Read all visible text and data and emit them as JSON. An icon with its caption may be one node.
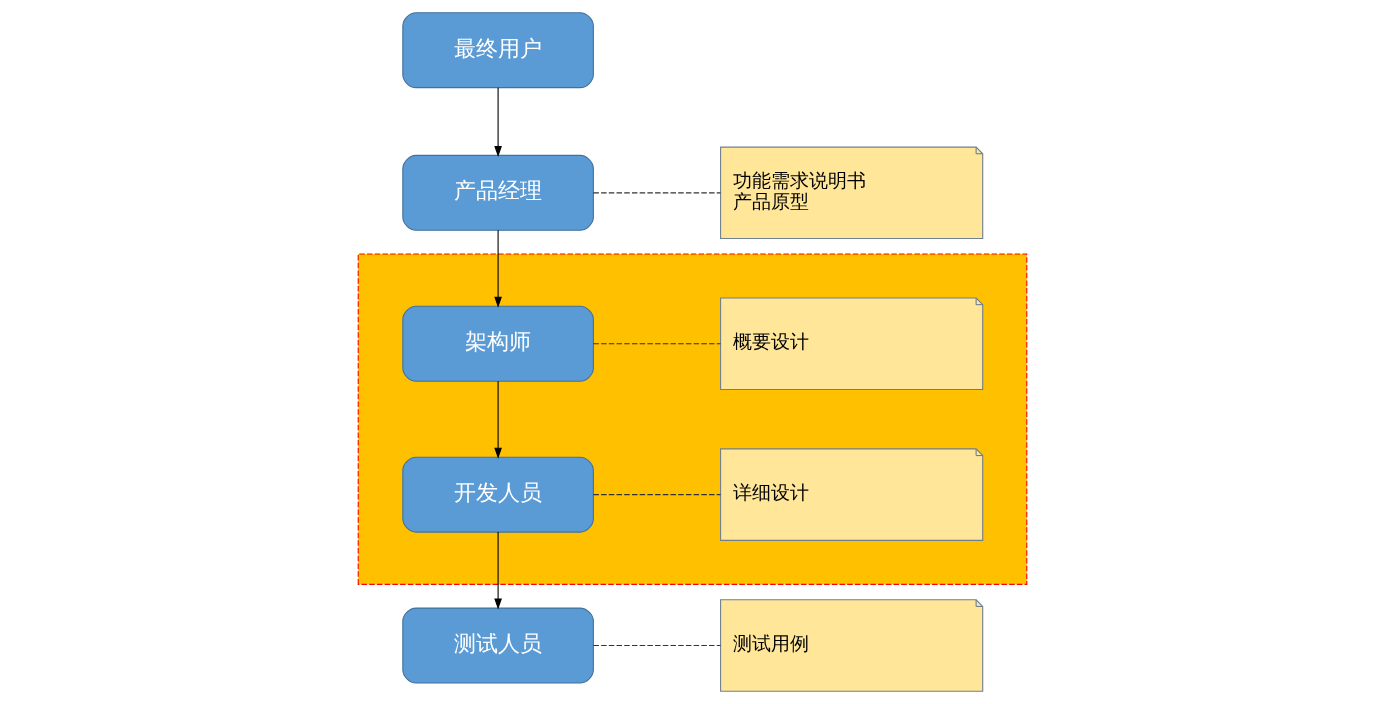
{
  "diagram": {
    "nodes": [
      {
        "text": [
          "最终用户"
        ]
      },
      {
        "text": [
          "产品经理"
        ]
      },
      {
        "text": [
          "功能需求说明书",
          "产品原型"
        ]
      },
      {
        "text": [],
        "shape": "box"
      },
      {
        "text": [
          "架构师"
        ],
        "in": 3
      },
      {
        "text": [
          "概要设计"
        ],
        "in": 3
      },
      {
        "text": [
          "开发人员"
        ],
        "in": 3
      },
      {
        "text": [
          "详细设计"
        ],
        "in": 3
      },
      {
        "text": [
          "测试人员"
        ]
      },
      {
        "text": [
          "测试用例"
        ]
      }
    ],
    "edges": [
      {
        "from": 0,
        "to": 1,
        "arrow": "to"
      },
      {
        "from": 1,
        "to": 2,
        "arrow": "none",
        "style": "dashed"
      },
      {
        "from": 1,
        "to": 4,
        "arrow": "to"
      },
      {
        "from": 4,
        "to": 5,
        "arrow": "none",
        "style": "dashed"
      },
      {
        "from": 4,
        "to": 6,
        "arrow": "to"
      },
      {
        "from": 6,
        "to": 7,
        "arrow": "none",
        "style": "dashed"
      },
      {
        "from": 6,
        "to": 8,
        "arrow": "to"
      },
      {
        "from": 8,
        "to": 9,
        "arrow": "none",
        "style": "dashed"
      }
    ]
  }
}
